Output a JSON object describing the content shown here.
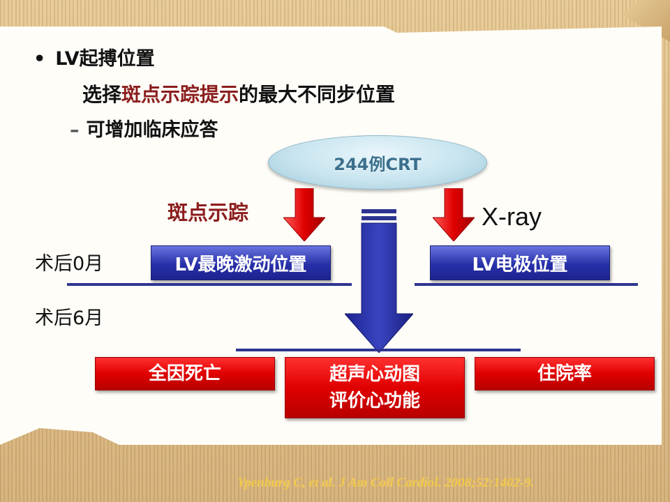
{
  "slide": {
    "bullet": "LV起搏位置",
    "line2_prefix": "选择",
    "line2_highlight": "斑点示踪提示",
    "line2_suffix": "的最大不同步位置",
    "line3": "可增加临床应答",
    "line3_dash": "–"
  },
  "diagram": {
    "cohort": "244例CRT",
    "left_method": "斑点示踪",
    "right_method": "X-ray",
    "time0": "术后0月",
    "time6": "术后6月",
    "left_box": "LV最晚激动位置",
    "right_box": "LV电极位置",
    "outcomes": [
      {
        "lines": [
          "全因死亡"
        ]
      },
      {
        "lines": [
          "超声心动图",
          "评价心功能"
        ]
      },
      {
        "lines": [
          "住院率"
        ]
      }
    ]
  },
  "citation": "Ypenburg C, et al.  J Am Coll Cardiol. 2008;52:1402-9.",
  "colors": {
    "accent_red": "#8b1d1d",
    "box_red": "#e00000",
    "box_blue": "#2830a8",
    "citation": "#f2c94c"
  }
}
